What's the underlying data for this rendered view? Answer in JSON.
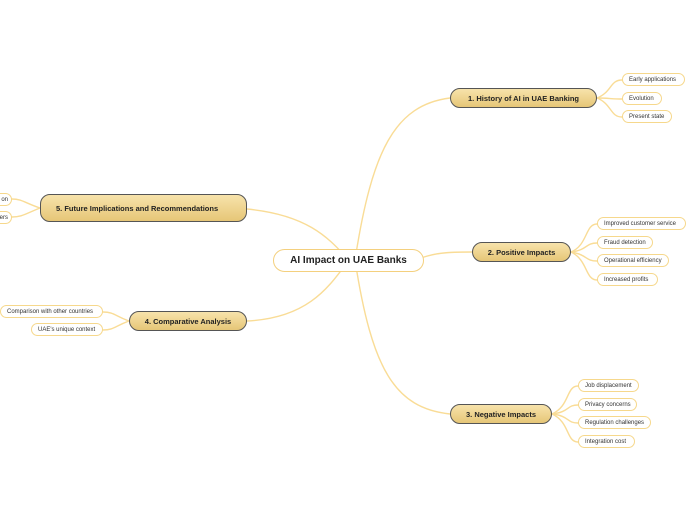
{
  "mindmap": {
    "root": "AI Impact on UAE Banks",
    "branches": [
      {
        "title": "1. History of AI in UAE Banking",
        "items": [
          "Early applications",
          "Evolution",
          "Present state"
        ]
      },
      {
        "title": "2. Positive Impacts",
        "items": [
          "Improved customer service",
          "Fraud detection",
          "Operational efficiency",
          "Increased profits"
        ]
      },
      {
        "title": "3. Negative Impacts",
        "items": [
          "Job displacement",
          "Privacy concerns",
          "Regulation challenges",
          "Integration cost"
        ]
      },
      {
        "title": "4. Comparative Analysis",
        "items": [
          "Comparison with other countries",
          "UAE's unique context"
        ]
      },
      {
        "title": "5. Future Implications and Recommendations",
        "items": [
          "on",
          "ers"
        ]
      }
    ]
  },
  "colors": {
    "connector": "#f9dc96",
    "node_fill": "#edd08a",
    "node_border": "#555555",
    "leaf_border": "#f6d88c"
  }
}
